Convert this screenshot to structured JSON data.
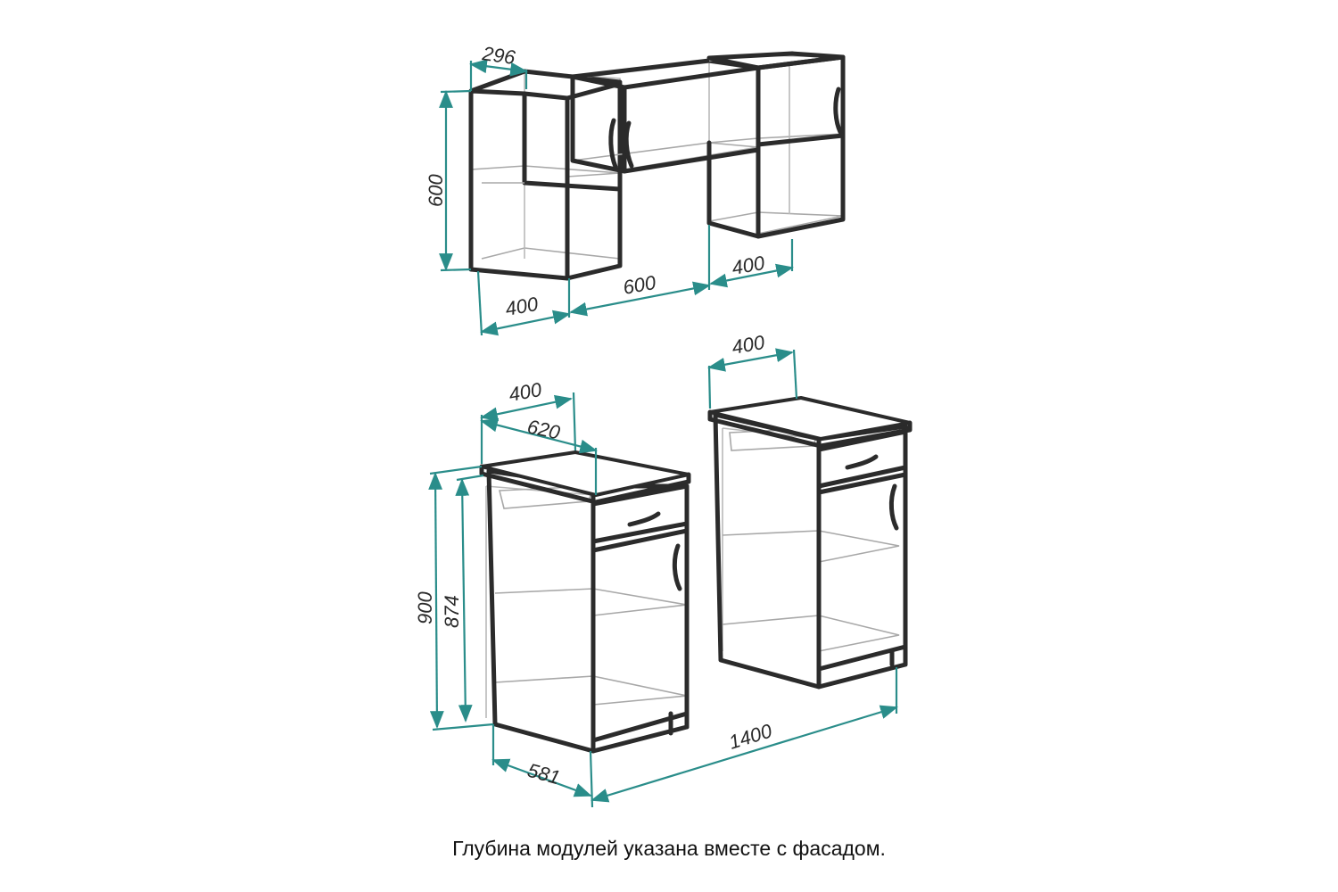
{
  "dimensions": {
    "wall_depth": "296",
    "wall_height": "600",
    "wall_w_left": "400",
    "wall_w_mid": "600",
    "wall_w_right": "400",
    "base_right_width": "400",
    "base_left_width": "400",
    "base_top_depth": "620",
    "base_height_total": "900",
    "base_height_body": "874",
    "base_depth": "581",
    "total_length": "1400"
  },
  "caption": "Глубина модулей указана вместе с фасадом.",
  "colors": {
    "dimension_lines": "#2a8d8a",
    "outline": "#2b2b2b",
    "inner_lines": "#b9b9b9"
  },
  "icons": {
    "arrowhead": "dimension-arrow"
  }
}
